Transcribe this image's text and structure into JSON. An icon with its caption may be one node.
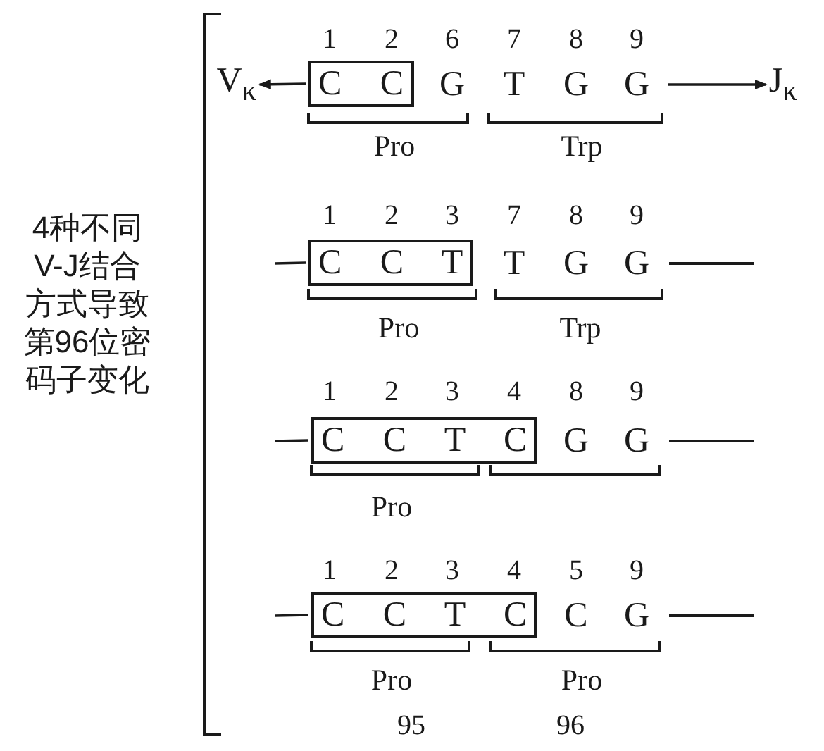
{
  "diagram": {
    "nodes": [
      {
        "text": [
          "V$_{κ}$"
        ]
      },
      {
        "text": [
          "C C"
        ]
      },
      {
        "text": [
          "J$_{κ}$"
        ]
      },
      {
        "text": [
          "C C T"
        ]
      },
      {
        "text": [
          "C C T C"
        ]
      },
      {
        "text": [
          "C C T C"
        ]
      }
    ],
    "edges": [
      {
        "from": 1,
        "to": 0,
        "arrow": "to"
      },
      {
        "from": null,
        "to": 2,
        "arrow": "to"
      },
      {
        "from": null,
        "to": 3,
        "arrow": "none"
      },
      {
        "from": null,
        "to": 4,
        "arrow": "none"
      },
      {
        "from": null,
        "to": 5,
        "arrow": "none"
      }
    ],
    "labels": [
      "4种不同V-J结合方式导致第96位密码子变化",
      "1",
      "2",
      "6",
      "7",
      "8",
      "9",
      "G",
      "T",
      "G",
      "G",
      "Pro",
      "Trp",
      "1",
      "2",
      "3",
      "7",
      "8",
      "9",
      "T",
      "G",
      "G",
      "Pro",
      "Trp",
      "1",
      "2",
      "3",
      "4",
      "8",
      "9",
      "G",
      "G",
      "Pro",
      "1",
      "2",
      "3",
      "4",
      "5",
      "9",
      "C",
      "G",
      "Pro",
      "Pro",
      "95",
      "96"
    ]
  }
}
